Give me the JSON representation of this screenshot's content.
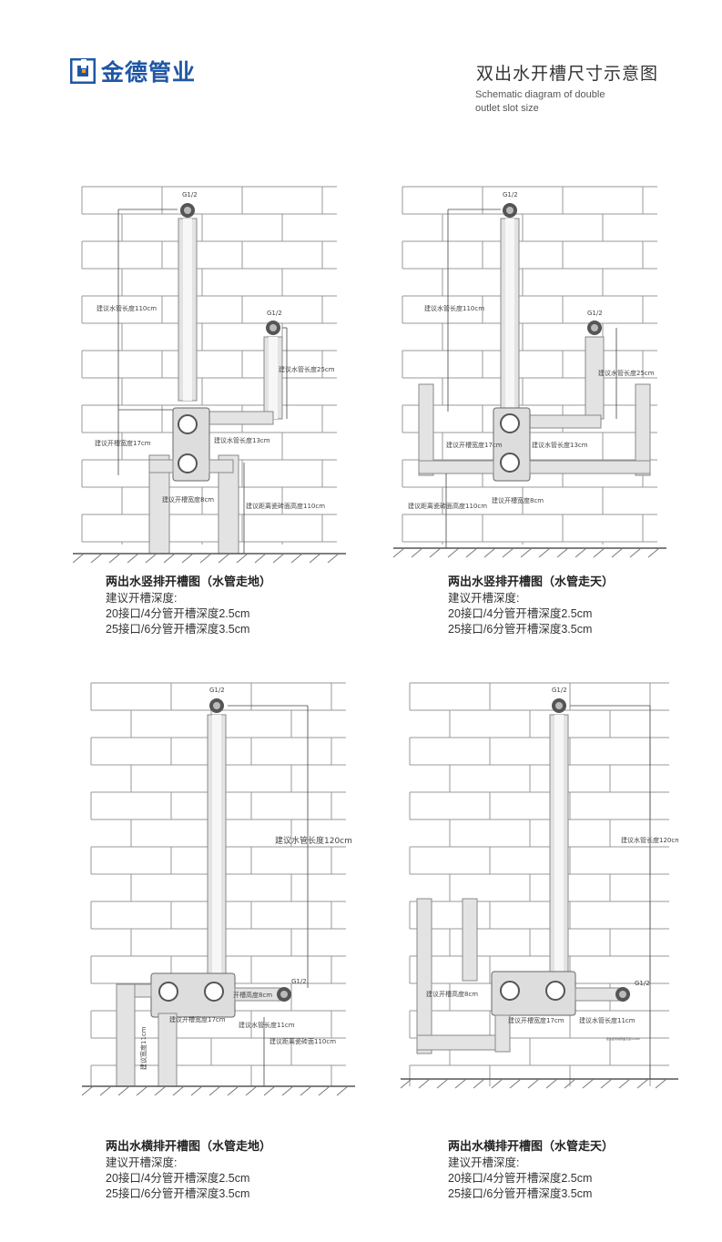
{
  "brand": {
    "name": "金德管业",
    "color": "#1f57a5"
  },
  "header": {
    "title": "双出水开槽尺寸示意图",
    "subtitle_line1": "Schematic diagram of double",
    "subtitle_line2": "outlet slot size"
  },
  "panels": [
    {
      "labels": {
        "g1": "G1/2",
        "g2": "G1/2",
        "pipe_long": "建议水管长度110cm",
        "pipe_short": "建议水管长度25cm",
        "slot_w17": "建议开槽宽度17cm",
        "pipe_13": "建议水管长度13cm",
        "slot_w8": "建议开槽宽度8cm",
        "tile_h": "建议距离瓷砖面高度110cm"
      },
      "caption": {
        "title": "两出水竖排开槽图（水管走地）",
        "line1": "建议开槽深度:",
        "line2": "20接口/4分管开槽深度2.5cm",
        "line3": "25接口/6分管开槽深度3.5cm"
      }
    },
    {
      "labels": {
        "g1": "G1/2",
        "g2": "G1/2",
        "pipe_long": "建议水管长度110cm",
        "pipe_short": "建议水管长度25cm",
        "slot_w17": "建议开槽宽度17cm",
        "pipe_13": "建议水管长度13cm",
        "slot_w8": "建议开槽宽度8cm",
        "tile_h": "建议距离瓷砖面高度110cm"
      },
      "caption": {
        "title": "两出水竖排开槽图（水管走天）",
        "line1": "建议开槽深度:",
        "line2": "20接口/4分管开槽深度2.5cm",
        "line3": "25接口/6分管开槽深度3.5cm"
      }
    },
    {
      "labels": {
        "g1": "G1/2",
        "g2": "G1/2",
        "pipe_long": "建议水管长度120cm",
        "slot_h": "开槽高度8cm",
        "slot_w17": "建议开槽宽度17cm",
        "pipe_11": "建议水管长度11cm",
        "tile_h": "建议距离瓷砖面110cm",
        "width_11": "建议宽度11cm"
      },
      "caption": {
        "title": "两出水横排开槽图（水管走地）",
        "line1": "建议开槽深度:",
        "line2": "20接口/4分管开槽深度2.5cm",
        "line3": "25接口/6分管开槽深度3.5cm"
      }
    },
    {
      "labels": {
        "g1": "G1/2",
        "g2": "G1/2",
        "pipe_long": "建议水管长度120cm",
        "slot_h": "建议开槽高度8cm",
        "slot_w17": "建议开槽宽度17cm",
        "pipe_11": "建议水管长度11cm",
        "tile_h": "建议距离瓷砖面高度110cm"
      },
      "caption": {
        "title": "两出水横排开槽图（水管走天）",
        "line1": "建议开槽深度:",
        "line2": "20接口/4分管开槽深度2.5cm",
        "line3": "25接口/6分管开槽深度3.5cm"
      }
    }
  ]
}
